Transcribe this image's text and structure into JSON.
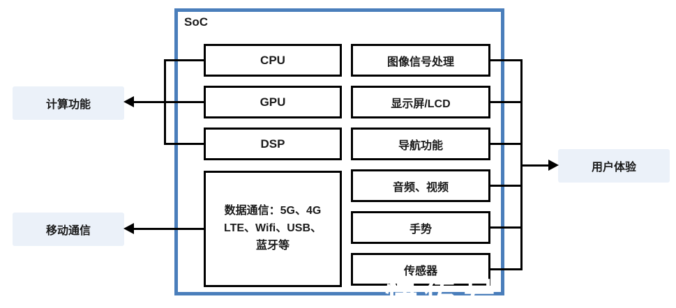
{
  "diagram": {
    "soc_label": "SoC",
    "left_column": [
      {
        "label": "CPU"
      },
      {
        "label": "GPU"
      },
      {
        "label": "DSP"
      },
      {
        "label": "数据通信：5G、4G\nLTE、Wifi、USB、\n蓝牙等"
      }
    ],
    "right_column": [
      {
        "label": "图像信号处理"
      },
      {
        "label": "显示屏/LCD"
      },
      {
        "label": "导航功能"
      },
      {
        "label": "音频、视频"
      },
      {
        "label": "手势"
      },
      {
        "label": "传感器"
      }
    ],
    "external_labels": {
      "compute": "计算功能",
      "mobile": "移动通信",
      "user_experience": "用户体验"
    },
    "watermark": "快传号",
    "colors": {
      "soc_border": "#4a7ebb",
      "node_border": "#000000",
      "external_label_fill": "#ebf1f9",
      "connector": "#000000"
    }
  }
}
